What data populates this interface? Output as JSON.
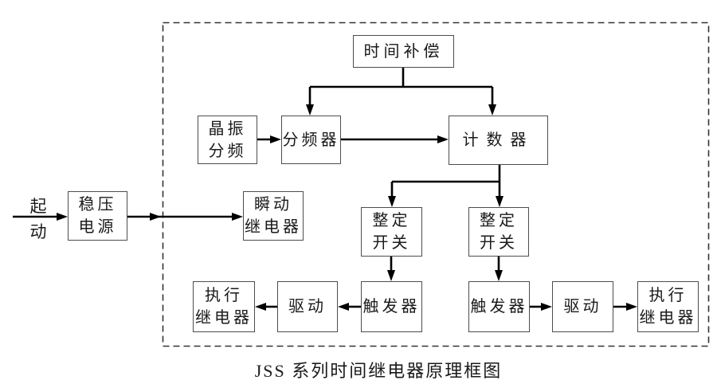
{
  "caption": "JSS 系列时间继电器原理框图",
  "start_label": "起\n动",
  "blocks": {
    "time_compensation": "时间补偿",
    "crystal_osc_divider": "晶振\n分频",
    "frequency_divider": "分频器",
    "counter": "计数器",
    "regulated_power_supply": "稳压\n电源",
    "instant_relay": "瞬动\n继电器",
    "setting_switch_left": "整定\n开关",
    "setting_switch_right": "整定\n开关",
    "trigger_left": "触发器",
    "trigger_right": "触发器",
    "drive_left": "驱动",
    "drive_right": "驱动",
    "exec_relay_left": "执行\n继电器",
    "exec_relay_right": "执行\n继电器"
  },
  "colors": {
    "line": "#000000",
    "box_border": "#4d4d4d",
    "frame": "#333333",
    "background": "#ffffff",
    "text": "#1a1a1a"
  }
}
